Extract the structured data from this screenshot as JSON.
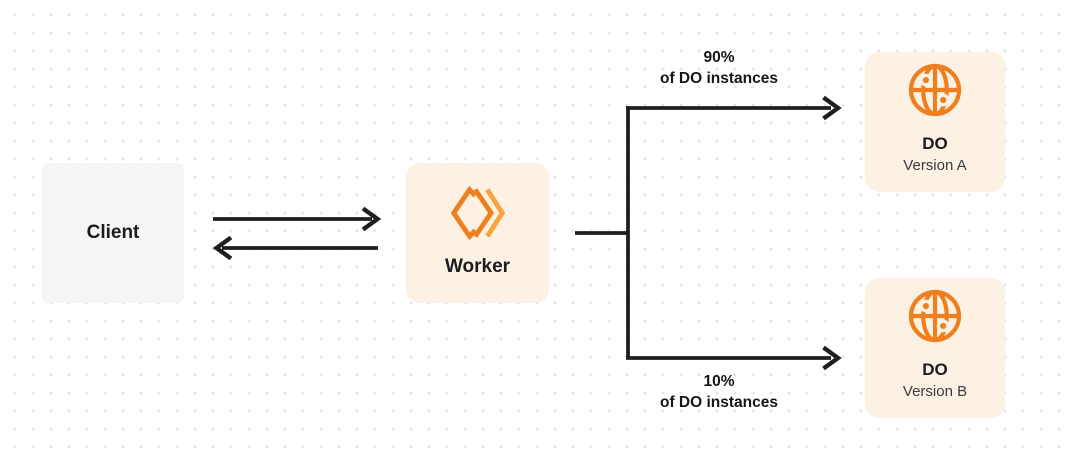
{
  "diagram": {
    "nodes": {
      "client": {
        "label": "Client"
      },
      "worker": {
        "label": "Worker",
        "icon": "workers-chevrons-icon"
      },
      "do_version_a": {
        "title": "DO",
        "subtitle": "Version A",
        "icon": "globe-icon"
      },
      "do_version_b": {
        "title": "DO",
        "subtitle": "Version B",
        "icon": "globe-icon"
      }
    },
    "edges": {
      "client_worker": {
        "type": "bidirectional-arrows"
      },
      "to_version_a": {
        "line1": "90%",
        "line2": "of DO instances"
      },
      "to_version_b": {
        "line1": "10%",
        "line2": "of DO instances"
      }
    }
  },
  "colors": {
    "accent_orange": "#EF7F1E",
    "accent_orange_light": "#F8A33C",
    "box_cream": "#FCF1E2",
    "box_gray": "#F5F5F6",
    "line_dark": "#1F1F1F",
    "dot_grid": "#E5E5E9"
  }
}
